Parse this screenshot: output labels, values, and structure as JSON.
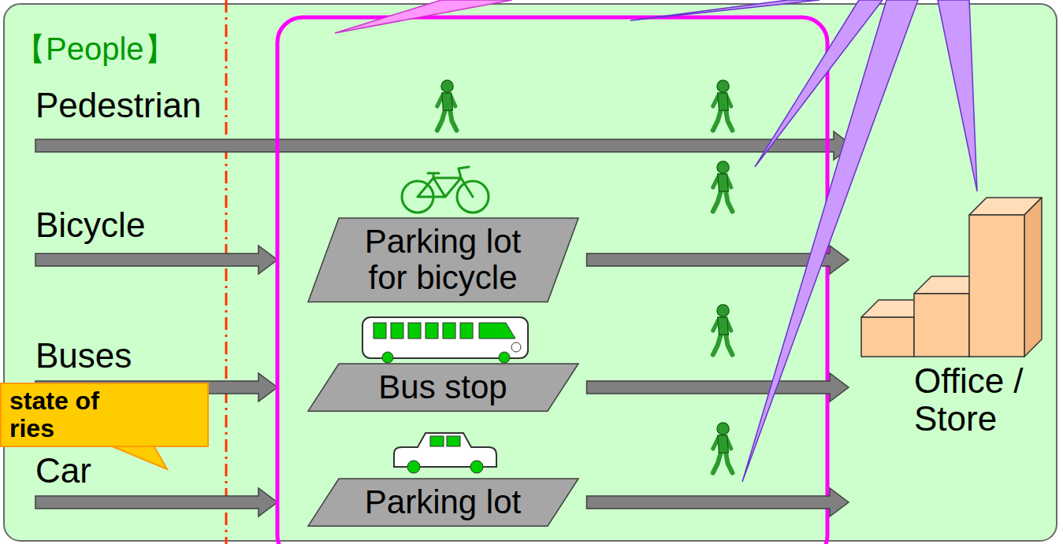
{
  "diagram": {
    "nodes": [
      {
        "text": [
          "【People】"
        ]
      },
      {
        "text": [
          "Parking lot for bicycle"
        ],
        "in": 0
      },
      {
        "text": [
          "Bus stop"
        ],
        "in": 0
      },
      {
        "text": [
          "Parking lot"
        ],
        "in": 0
      },
      {
        "text": [
          "Office / Store"
        ],
        "in": 0
      },
      {
        "text": [
          "state of ries"
        ],
        "in": 0
      }
    ],
    "edges": [
      {
        "from": 1,
        "to": 4,
        "arrow": "to"
      },
      {
        "from": 2,
        "to": 4,
        "arrow": "to"
      },
      {
        "from": 3,
        "to": 4,
        "arrow": "to"
      }
    ],
    "labels": [
      "Pedestrian",
      "Bicycle",
      "Buses",
      "Car"
    ]
  }
}
